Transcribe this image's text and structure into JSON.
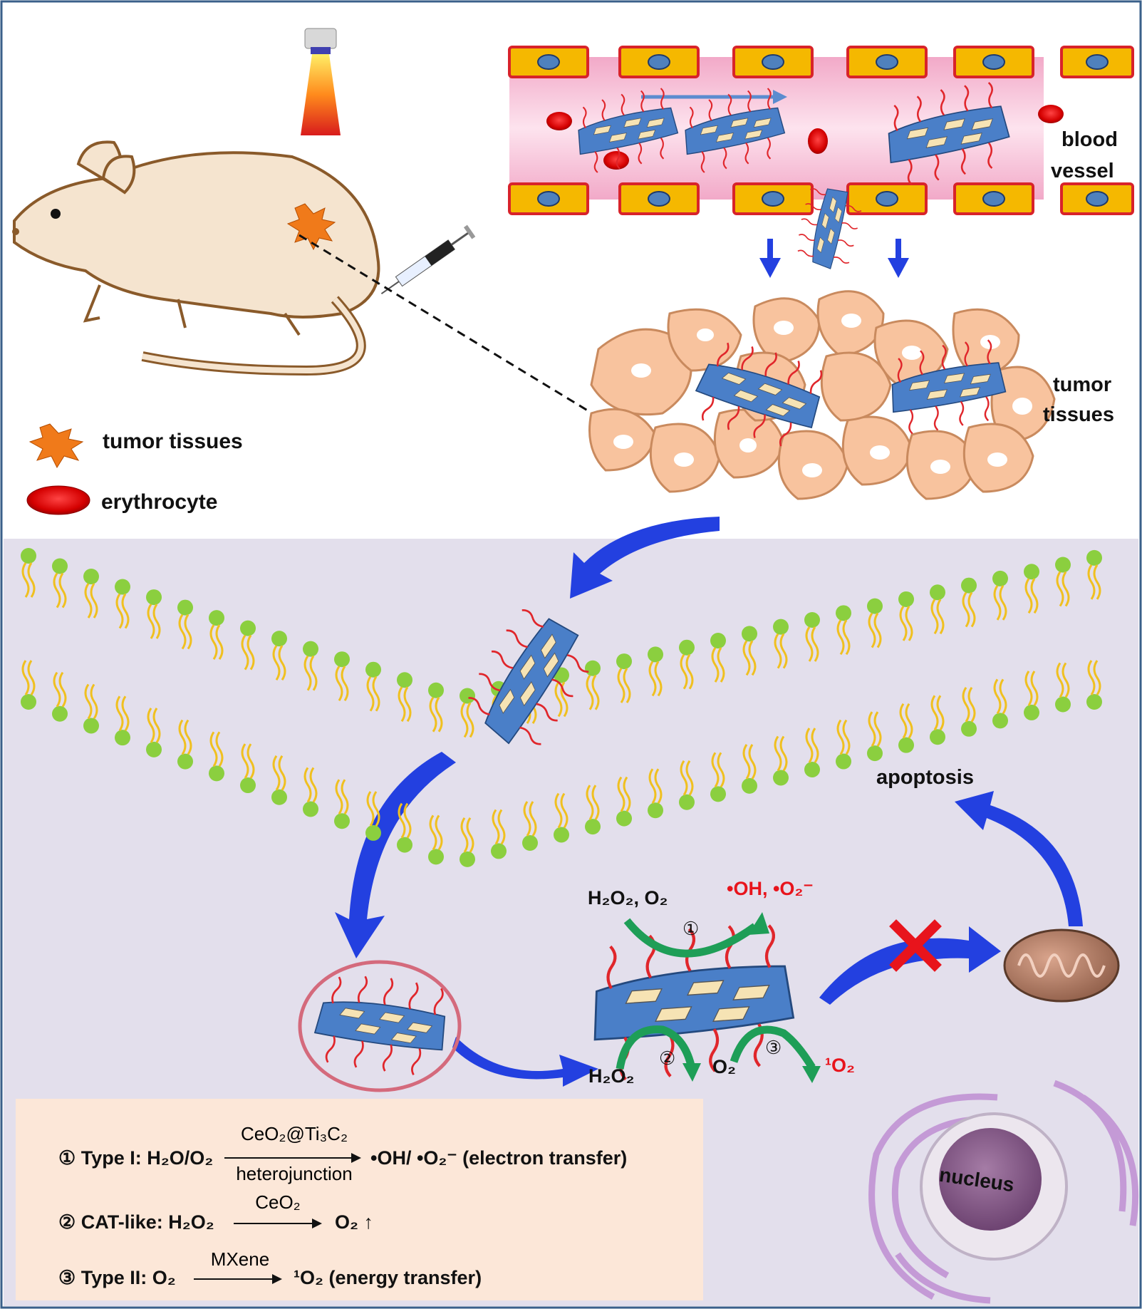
{
  "labels": {
    "blood_vessel_1": "blood",
    "blood_vessel_2": "vessel",
    "tumor_tissues_1": "tumor",
    "tumor_tissues_2": "tissues",
    "legend_tumor": "tumor tissues",
    "legend_erythrocyte": "erythrocyte",
    "apoptosis": "apoptosis",
    "nucleus": "nucleus",
    "top_reactants": "H₂O₂, O₂",
    "top_products": "•OH, •O₂⁻",
    "h2o2": "H₂O₂",
    "o2": "O₂",
    "singlet_o2": "¹O₂",
    "circle_1": "①",
    "circle_2": "②",
    "circle_3": "③"
  },
  "equations": [
    {
      "num": "①",
      "prefix": "Type I:",
      "reactant": "H₂O/O₂",
      "above": "CeO₂@Ti₃C₂",
      "below": "heterojunction",
      "product": "•OH/ •O₂⁻ (electron transfer)"
    },
    {
      "num": "②",
      "prefix": "CAT-like:",
      "reactant": "H₂O₂",
      "above": "CeO₂",
      "below": "",
      "product": "O₂ ↑"
    },
    {
      "num": "③",
      "prefix": "Type II:",
      "reactant": "O₂",
      "above": "MXene",
      "below": "",
      "product": "¹O₂ (energy transfer)"
    }
  ],
  "colors": {
    "vessel": "#f7c6dc",
    "endothelial_cell": "#f5b800",
    "cell_nucleus": "#4f81bd",
    "tumor_cell": "#f8c39e",
    "membrane_bg": "#e3dfec",
    "lipid_head": "#8bcf3f",
    "lipid_tail": "#f0c020",
    "nanosheet": "#4a7fc8",
    "ceo2_dot": "#f6e3b4",
    "peg_chain": "#e0262b",
    "arrow_blue": "#2340e0",
    "arrow_green": "#1e9e57",
    "red_text": "#e8141c",
    "equation_bg": "#fce7d8"
  }
}
